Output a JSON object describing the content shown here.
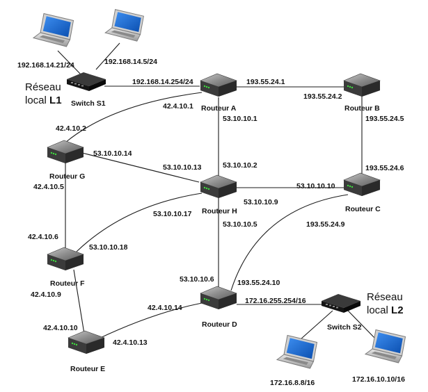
{
  "networks": {
    "l1": {
      "line1": "Réseau",
      "line2_prefix": "local ",
      "line2_bold": "L1"
    },
    "l2": {
      "line1": "Réseau",
      "line2_prefix": "local ",
      "line2_bold": "L2"
    }
  },
  "switches": {
    "s1": "Switch S1",
    "s2": "Switch S2"
  },
  "routers": {
    "a": "Routeur  A",
    "b": "Routeur B",
    "c": "Routeur C",
    "d": "Routeur D",
    "e": "Routeur E",
    "f": "Routeur F",
    "g": "Routeur G",
    "h": "Routeur H"
  },
  "hosts": {
    "pc1": "192.168.14.21/24",
    "pc2": "192.168.14.5/24",
    "pc3": "172.16.8.8/16",
    "pc4": "172.16.10.10/16"
  },
  "addresses": {
    "s1_a": "192.168.14.254/24",
    "a_b": "193.55.24.1",
    "b_a": "193.55.24.2",
    "b_c": "193.55.24.5",
    "c_b": "193.55.24.6",
    "a_g": "42.4.10.1",
    "a_h": "53.10.10.1",
    "g_a": "42.4.10.2",
    "g_h": "53.10.10.14",
    "h_g": "53.10.10.13",
    "h_a": "53.10.10.2",
    "g_f": "42.4.10.5",
    "h_c": "53.10.10.9",
    "c_h": "53.10.10.10",
    "h_f": "53.10.10.17",
    "h_d": "53.10.10.5",
    "c_d": "193.55.24.9",
    "f_g": "42.4.10.6",
    "f_h": "53.10.10.18",
    "f_e": "42.4.10.9",
    "e_f": "42.4.10.10",
    "e_d": "42.4.10.13",
    "d_e": "42.4.10.14",
    "d_h": "53.10.10.6",
    "d_c": "193.55.24.10",
    "d_s2": "172.16.255.254/16"
  },
  "colors": {
    "router_body": "#4a4a4a",
    "router_top": "#9a9a9a",
    "switch_body": "#1e1e1e",
    "laptop_screen": "#1f6fd1",
    "laptop_body": "#c9c9c9",
    "link": "#1a1a1a"
  }
}
